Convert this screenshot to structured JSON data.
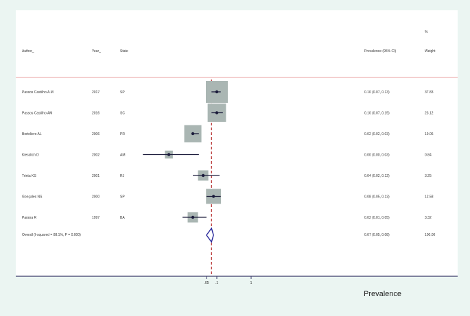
{
  "chart_data": {
    "type": "forest",
    "columns": {
      "author": "Author_",
      "year": "Year_",
      "state": "State",
      "prevalence": "Prevalence (95% CI)",
      "weight_top": "%",
      "weight": "Weight"
    },
    "xlabel": "Prevalence",
    "x_ticks": [
      ".05",
      ".1",
      "1"
    ],
    "x_tick_values": [
      0.05,
      0.1,
      1
    ],
    "x_scale": "log",
    "reference_line": 0.07,
    "studies": [
      {
        "author": "Passos Castilho A.M",
        "year": "2017",
        "state": "SP",
        "ci_text": "0.10 (0.07, 0.13)",
        "weight_text": "37.83",
        "est": 0.1,
        "lo": 0.07,
        "hi": 0.13,
        "weight": 37.83
      },
      {
        "author": "Passos Castilho AM",
        "year": "2016",
        "state": "SC",
        "ci_text": "0.10 (0.07, 0.15)",
        "weight_text": "23.12",
        "est": 0.1,
        "lo": 0.07,
        "hi": 0.15,
        "weight": 23.12
      },
      {
        "author": "Bortoliero AL",
        "year": "2006",
        "state": "PR",
        "ci_text": "0.02 (0.02, 0.03)",
        "weight_text": "19.06",
        "est": 0.02,
        "lo": 0.02,
        "hi": 0.03,
        "weight": 19.06
      },
      {
        "author": "Kiesslich D",
        "year": "2002",
        "state": "AM",
        "ci_text": "0.00 (0.00, 0.03)",
        "weight_text": "0.84",
        "est": 0.004,
        "lo": 0.0007,
        "hi": 0.03,
        "weight": 0.84
      },
      {
        "author": "Trinta KS",
        "year": "2001",
        "state": "RJ",
        "ci_text": "0.04 (0.02, 0.12)",
        "weight_text": "3.25",
        "est": 0.04,
        "lo": 0.02,
        "hi": 0.12,
        "weight": 3.25
      },
      {
        "author": "Gonçales NS",
        "year": "2000",
        "state": "SP",
        "ci_text": "0.08 (0.05, 0.13)",
        "weight_text": "12.58",
        "est": 0.08,
        "lo": 0.05,
        "hi": 0.13,
        "weight": 12.58
      },
      {
        "author": "Parana R",
        "year": "1997",
        "state": "BA",
        "ci_text": "0.02 (0.01, 0.05)",
        "weight_text": "3.32",
        "est": 0.02,
        "lo": 0.01,
        "hi": 0.05,
        "weight": 3.32
      }
    ],
    "overall": {
      "label": "Overall  (I-squared = 88.1%, P = 0.000)",
      "ci_text": "0.07 (0.05, 0.08)",
      "weight_text": "100.00",
      "est": 0.07,
      "lo": 0.05,
      "hi": 0.08
    },
    "colors": {
      "box": "#aab6b3",
      "ci_line": "#1a1a3a",
      "reference": "#b22222",
      "diamond": "#2a2a9c",
      "header_rule": "#e8a0a0",
      "axis": "#3a3a6a"
    }
  }
}
